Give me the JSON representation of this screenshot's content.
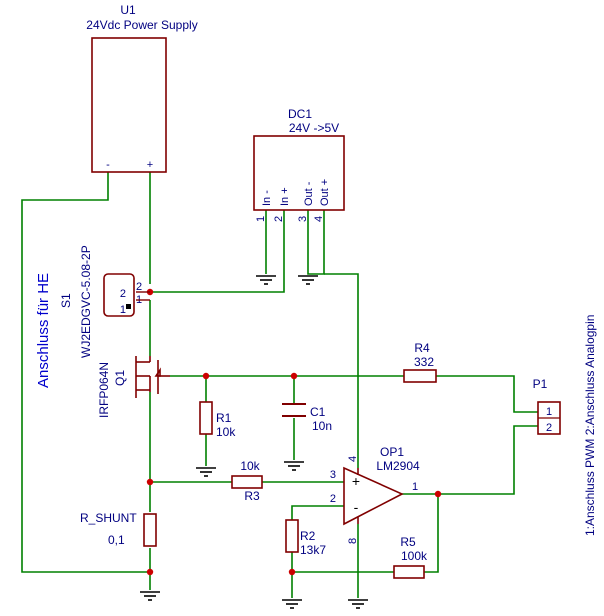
{
  "colors": {
    "wire": "#008000",
    "component": "#800000",
    "label": "#000080",
    "junction": "#cc0000",
    "annotation": "#0000cc",
    "ground": "#000000"
  },
  "components": {
    "u1": {
      "ref": "U1",
      "value": "24Vdc Power Supply",
      "pin_minus": "-",
      "pin_plus": "+"
    },
    "dc1": {
      "ref": "DC1",
      "value": "24V ->5V",
      "pins": [
        "In -",
        "In +",
        "Out -",
        "Out +"
      ],
      "pin_numbers": [
        "1",
        "2",
        "3",
        "4"
      ]
    },
    "s1": {
      "ref": "S1",
      "value": "WJ2EDGVC-5.08-2P",
      "pin2": "2",
      "pin1": "1",
      "pad2": "2",
      "pad1": "1"
    },
    "q1": {
      "ref": "Q1",
      "value": "IRFP064N"
    },
    "r1": {
      "ref": "R1",
      "value": "10k"
    },
    "c1": {
      "ref": "C1",
      "value": "10n"
    },
    "r2": {
      "ref": "R2",
      "value": "13k7"
    },
    "r3": {
      "ref": "R3",
      "value": "10k"
    },
    "r4": {
      "ref": "R4",
      "value": "332"
    },
    "r5": {
      "ref": "R5",
      "value": "100k"
    },
    "rshunt": {
      "ref": "R_SHUNT",
      "value": "0,1"
    },
    "op1": {
      "ref": "OP1",
      "value": "LM2904",
      "pin_in_plus": "3",
      "pin_in_minus": "2",
      "pin_out": "1",
      "pin_vplus": "4",
      "pin_vminus": "8",
      "sign_plus": "+",
      "sign_minus": "-"
    },
    "p1": {
      "ref": "P1",
      "pin1": "1",
      "pin2": "2"
    }
  },
  "annotations": {
    "he_connection": "Anschluss für HE",
    "p1_description": "1:Anschluss PWM 2:Anschluss Analogpin"
  }
}
